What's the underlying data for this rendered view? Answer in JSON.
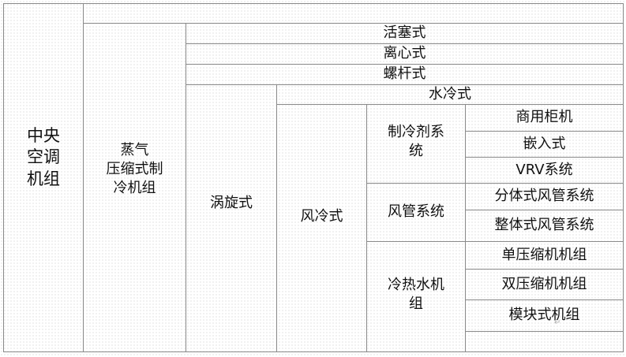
{
  "table": {
    "root": "中央\n空调\n机组",
    "vapor": "蒸气\n压缩式制\n冷机组",
    "piston": "活塞式",
    "centrifugal": "离心式",
    "screw": "螺杆式",
    "scroll": "涡旋式",
    "water_cooled": "水冷式",
    "air_cooled": "风冷式",
    "refrigerant_system": "制冷剂系\n统",
    "duct_system": "风管系统",
    "chilled_water_unit": "冷热水机\n组",
    "leaves": {
      "commercial_cabinet": "商用柜机",
      "embedded": "嵌入式",
      "vrv": "VRV系统",
      "split_duct": "分体式风管系统",
      "integral_duct": "整体式风管系统",
      "single_compressor": "单压缩机机组",
      "dual_compressor": "双压缩机机组",
      "modular": "模块式机组"
    }
  }
}
